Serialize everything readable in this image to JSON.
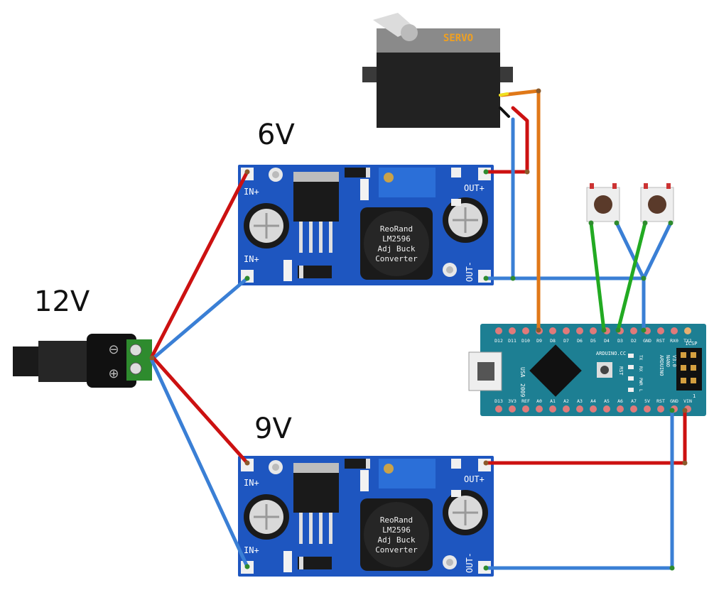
{
  "labels": {
    "supply_12v": "12V",
    "rail_6v": "6V",
    "rail_9v": "9V"
  },
  "servo": {
    "label": "SERVO"
  },
  "buck": {
    "title_lines": [
      "ReoRand",
      "LM2596",
      "Adj Buck",
      "Converter"
    ],
    "in_plus": "IN+",
    "out_plus": "OUT+",
    "out_minus": "OUT-"
  },
  "barrel_jack": {
    "minus_symbol": "⊖",
    "plus_symbol": "⊕"
  },
  "nano": {
    "top_pins": [
      "D12",
      "D11",
      "D10",
      "D9",
      "D8",
      "D7",
      "D6",
      "D5",
      "D4",
      "D3",
      "D2",
      "GND",
      "RST",
      "RX0",
      "TX1"
    ],
    "bottom_pins": [
      "D13",
      "3V3",
      "REF",
      "A0",
      "A1",
      "A2",
      "A3",
      "A4",
      "A5",
      "A6",
      "A7",
      "5V",
      "RST",
      "GND",
      "VIN"
    ],
    "brand": "ARDUINO.CC",
    "model_lines": [
      "ARDUINO",
      "NANO",
      "V3.0"
    ],
    "usa": "USA",
    "year": "2009",
    "rst": "RST",
    "leds": [
      "TX",
      "RX",
      "PWR",
      "L"
    ],
    "icsp": "ICSP",
    "pin_one": "1"
  },
  "colors": {
    "wire_red": "#cc1111",
    "wire_blue": "#3a7fd5",
    "wire_green": "#22aa22",
    "wire_orange": "#e07818",
    "pcb_blue": "#1e56c0",
    "nano_teal": "#1d7f93"
  }
}
